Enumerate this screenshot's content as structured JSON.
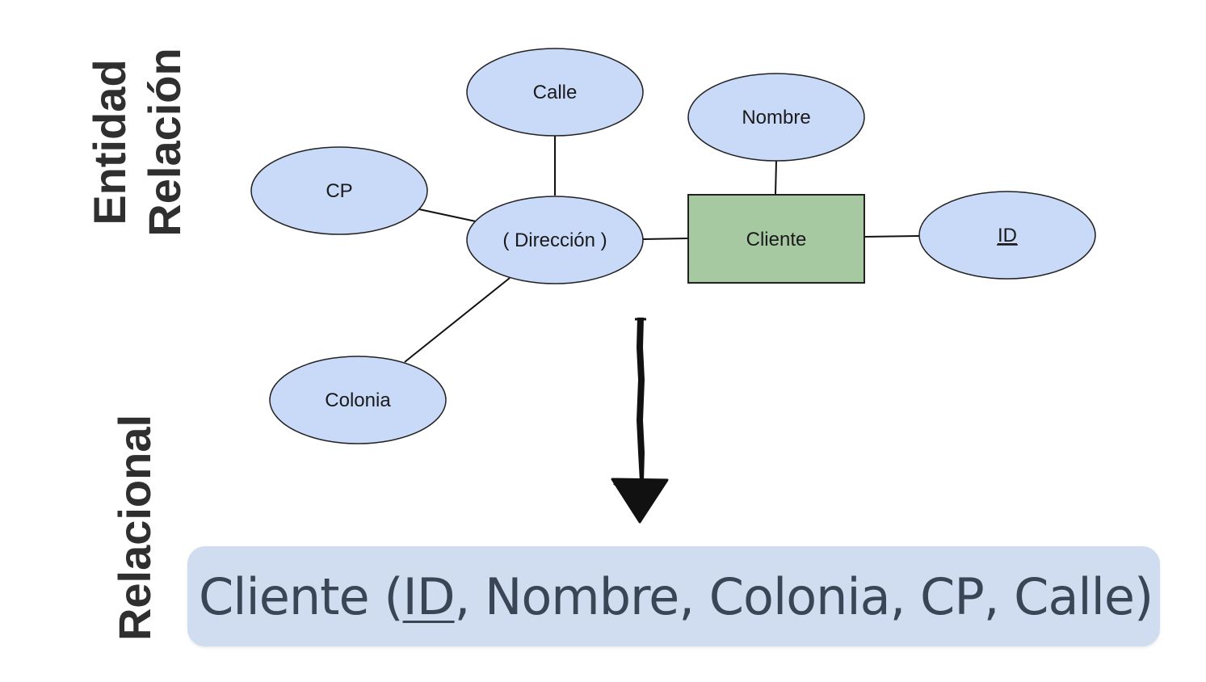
{
  "side_labels": {
    "entidad": "Entidad",
    "relacion": "Relación",
    "relacional": "Relacional"
  },
  "er_diagram": {
    "entity": {
      "label": "Cliente",
      "fill": "#a7c9a2"
    },
    "attributes": {
      "id": "ID",
      "nombre": "Nombre",
      "direccion": "( Dirección )",
      "calle": "Calle",
      "cp": "CP",
      "colonia": "Colonia"
    },
    "attribute_fill": "#c9daf8"
  },
  "relational": {
    "prefix": "Cliente (",
    "primary_key": "ID",
    "rest": ", Nombre, Colonia, CP, Calle)",
    "box_color": "#d0dcef"
  }
}
